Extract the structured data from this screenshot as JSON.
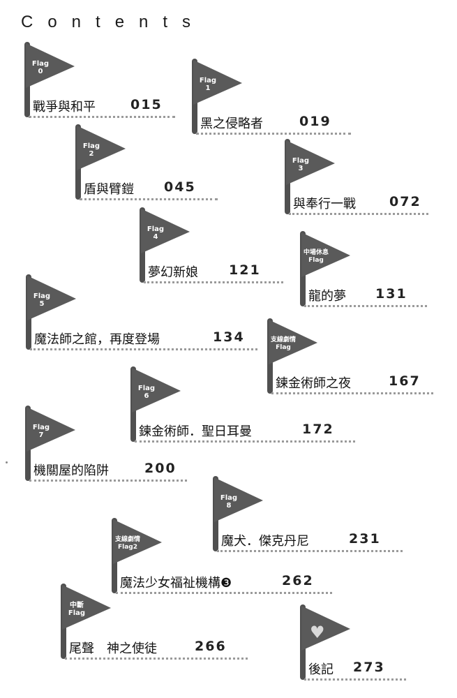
{
  "page_title": "Contents",
  "colors": {
    "flag": "#5a5a5a",
    "pole": "#505050",
    "dots": "#9a9a9a",
    "heart": "#d9d9d9"
  },
  "entries": [
    {
      "flag": "Flag\n0",
      "title": "戰爭與和平",
      "page": "015"
    },
    {
      "flag": "Flag\n1",
      "title": "黑之侵略者",
      "page": "019"
    },
    {
      "flag": "Flag\n2",
      "title": "盾與臂鎧",
      "page": "045"
    },
    {
      "flag": "Flag\n3",
      "title": "與奉行一戰",
      "page": "072"
    },
    {
      "flag": "Flag\n4",
      "title": "夢幻新娘",
      "page": "121"
    },
    {
      "flag": "中場休息\nFlag",
      "title": "龍的夢",
      "page": "131"
    },
    {
      "flag": "Flag\n5",
      "title": "魔法師之館，再度登場",
      "page": "134"
    },
    {
      "flag": "支線劇情\nFlag",
      "title": "鍊金術師之夜",
      "page": "167"
    },
    {
      "flag": "Flag\n6",
      "title": "鍊金術師．聖日耳曼",
      "page": "172"
    },
    {
      "flag": "Flag\n7",
      "title": "機關屋的陷阱",
      "page": "200"
    },
    {
      "flag": "Flag\n8",
      "title": "魔犬．傑克丹尼",
      "page": "231"
    },
    {
      "flag": "支線劇情\nFlag2",
      "title": "魔法少女福祉機構❸",
      "page": "262"
    },
    {
      "flag": "中斷\nFlag",
      "title": "尾聲　神之使徒",
      "page": "266"
    },
    {
      "flag": "",
      "icon": "heart-icon",
      "title": "後記",
      "page": "273"
    }
  ]
}
